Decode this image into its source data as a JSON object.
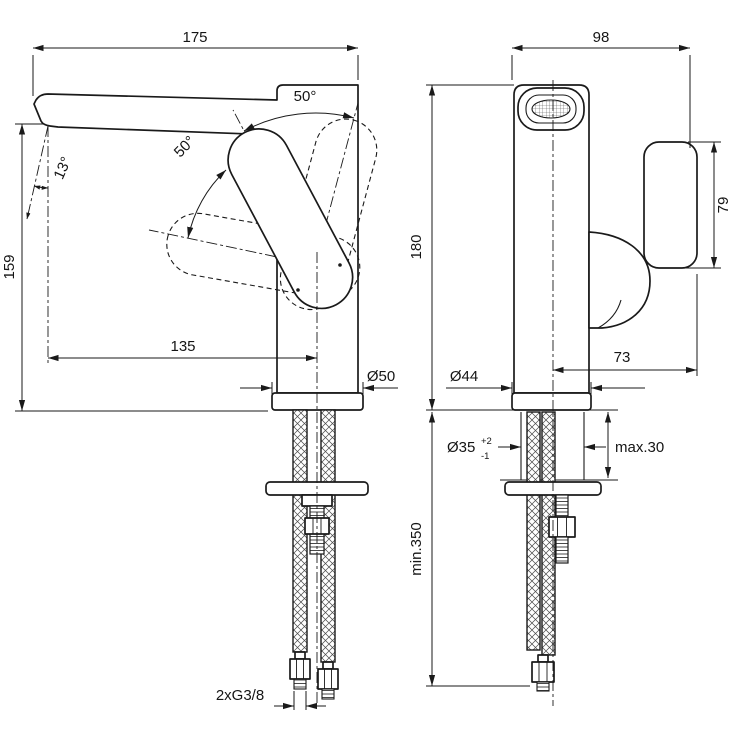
{
  "drawing": {
    "front_view": {
      "total_width": "175",
      "height": "159",
      "stream_angle": "13°",
      "swing_upper": "50°",
      "swing_lower": "50°",
      "spout_reach": "135",
      "base_diameter": "Ø50",
      "hose_thread": "2xG3/8"
    },
    "side_view": {
      "total_depth": "98",
      "body_height": "180",
      "handle_length": "79",
      "handle_depth": "73",
      "base_diameter": "Ø44",
      "hole_diameter": "Ø35",
      "hole_tol_plus": "+2",
      "hole_tol_minus": "-1",
      "max_deck_thickness": "max.30",
      "min_hose_length": "min.350"
    },
    "colors": {
      "ink": "#1a1a1a",
      "paper": "#ffffff"
    }
  }
}
